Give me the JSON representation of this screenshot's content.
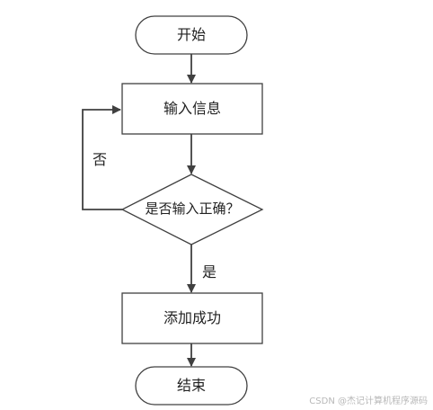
{
  "nodes": {
    "start": "开始",
    "input": "输入信息",
    "decision": "是否输入正确？",
    "success": "添加成功",
    "end": "结束"
  },
  "edges": {
    "no": "否",
    "yes": "是"
  },
  "watermark": "CSDN @杰记计算机程序源码",
  "colors": {
    "stroke": "#404040",
    "text": "#222222"
  }
}
